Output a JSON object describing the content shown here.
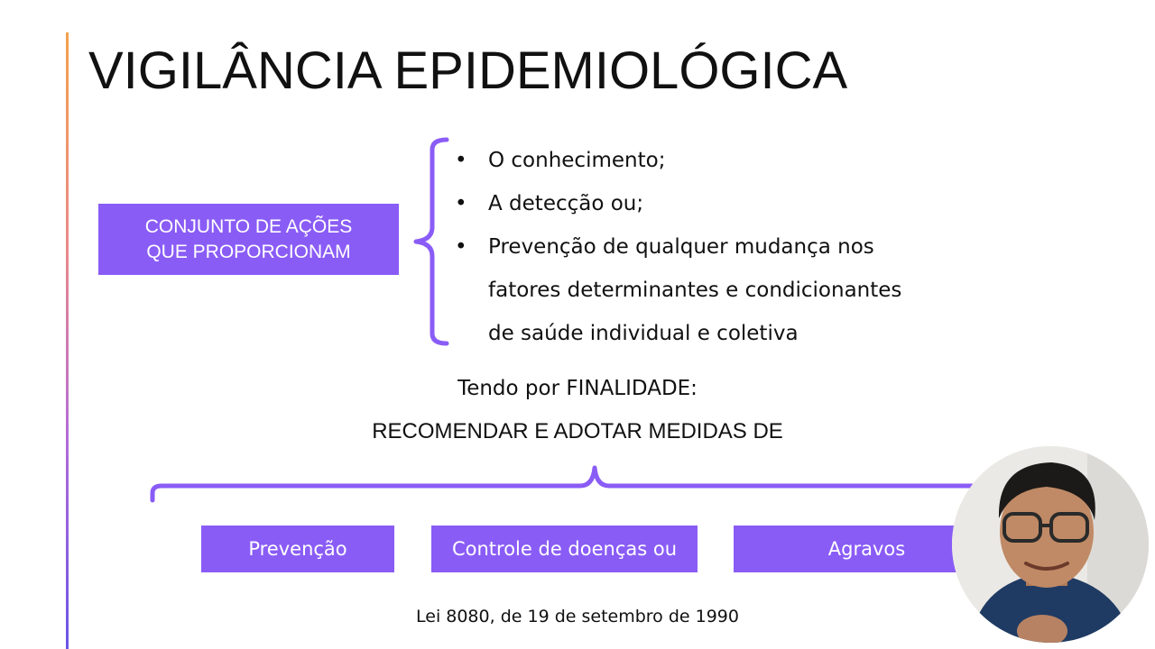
{
  "slide": {
    "title": "VIGILÂNCIA EPIDEMIOLÓGICA",
    "action_box": {
      "line1": "CONJUNTO DE AÇÕES",
      "line2": "QUE PROPORCIONAM"
    },
    "bullets": [
      "O conhecimento;",
      "A detecção ou;",
      "Prevenção de qualquer mudança nos",
      "fatores determinantes e condicionantes",
      "de saúde individual e coletiva"
    ],
    "purpose": "Tendo por FINALIDADE:",
    "recommend": "RECOMENDAR E ADOTAR MEDIDAS DE",
    "measures": [
      "Prevenção",
      "Controle de doenças ou",
      "Agravos"
    ],
    "law": "Lei 8080, de 19 de setembro de 1990"
  },
  "colors": {
    "accent": "#8a5cf6",
    "text": "#111111",
    "background": "#ffffff"
  },
  "icons": {
    "webcam": "presenter-webcam-overlay"
  }
}
